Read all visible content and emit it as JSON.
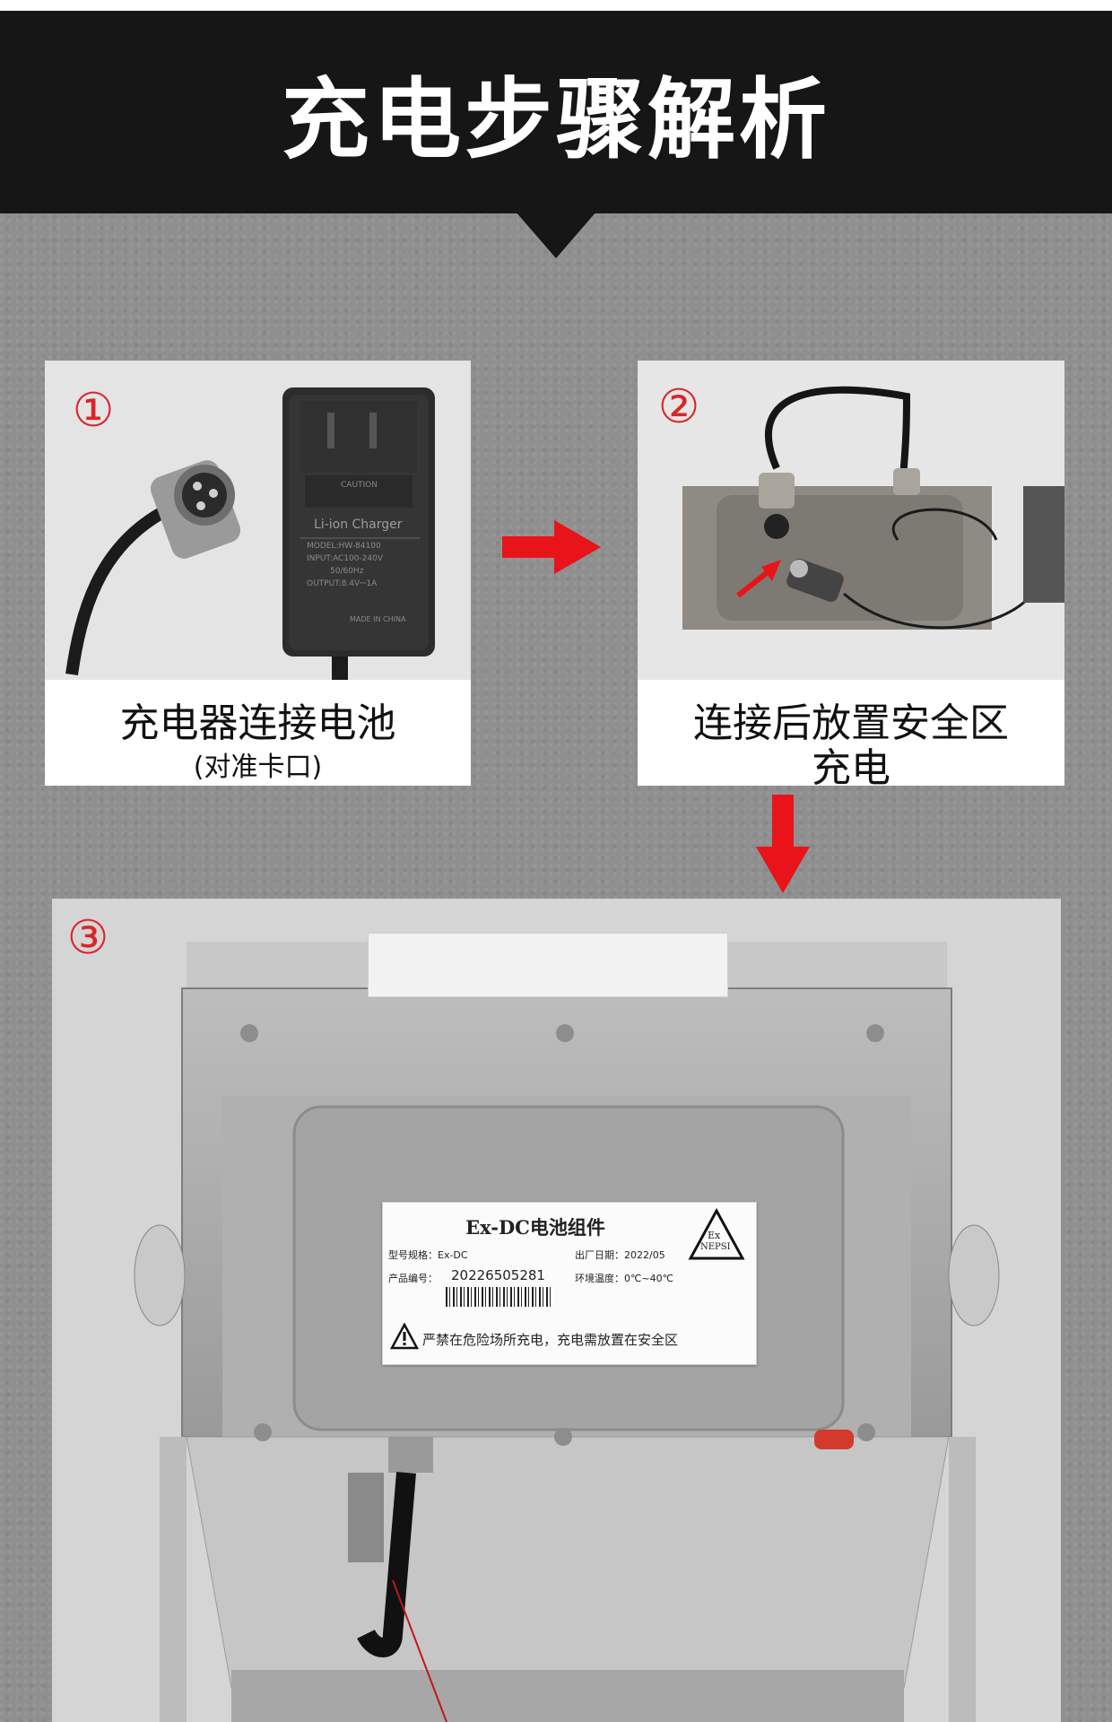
{
  "header": {
    "title": "充电步骤解析"
  },
  "steps": [
    {
      "number": "①",
      "caption_main": "充电器连接电池",
      "caption_sub": "(对准卡口)"
    },
    {
      "number": "②",
      "caption_main": "连接后放置安全区",
      "caption_sub": "充电"
    },
    {
      "number": "③"
    }
  ],
  "charger": {
    "caution": "CAUTION",
    "brand": "Li-ion Charger",
    "model": "MODEL:HW-84100",
    "input": "INPUT:AC100-240V",
    "freq": "50/60Hz",
    "output": "OUTPUT:8.4V⎓1A",
    "made_in": "MADE IN CHINA"
  },
  "battery_label": {
    "title": "Ex-DC电池组件",
    "model_label": "型号规格：Ex-DC",
    "date_label": "出厂日期：2022/05",
    "serial_label": "产品编号：",
    "serial_value": "20226505281",
    "temp_label": "环境温度：0℃~40℃",
    "warning": "严禁在危险场所充电，充电需放置在安全区",
    "mark_top": "Ex",
    "mark_bottom": "NEPSI"
  },
  "colors": {
    "accent_red": "#e8141a",
    "header_bg": "#161616",
    "step_red": "#d8262a"
  }
}
